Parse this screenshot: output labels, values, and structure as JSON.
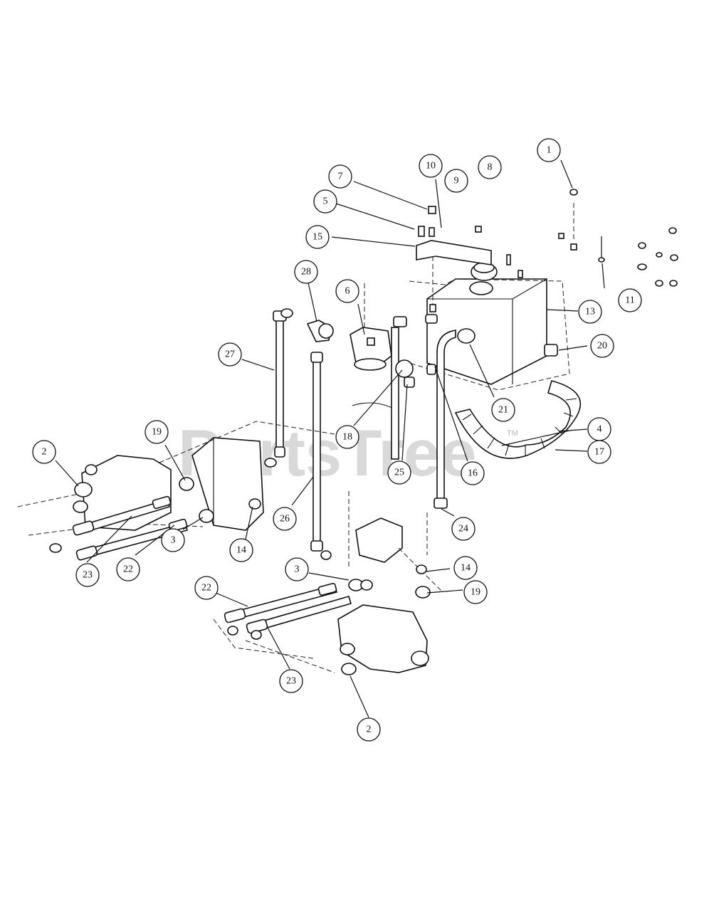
{
  "watermark": {
    "text": "PartsTree",
    "trademark": "TM"
  },
  "callouts": [
    {
      "label": "1"
    },
    {
      "label": "2"
    },
    {
      "label": "2"
    },
    {
      "label": "3"
    },
    {
      "label": "3"
    },
    {
      "label": "4"
    },
    {
      "label": "5"
    },
    {
      "label": "6"
    },
    {
      "label": "7"
    },
    {
      "label": "8"
    },
    {
      "label": "9"
    },
    {
      "label": "10"
    },
    {
      "label": "11"
    },
    {
      "label": "13"
    },
    {
      "label": "14"
    },
    {
      "label": "14"
    },
    {
      "label": "15"
    },
    {
      "label": "16"
    },
    {
      "label": "17"
    },
    {
      "label": "18"
    },
    {
      "label": "19"
    },
    {
      "label": "19"
    },
    {
      "label": "20"
    },
    {
      "label": "21"
    },
    {
      "label": "22"
    },
    {
      "label": "22"
    },
    {
      "label": "23"
    },
    {
      "label": "23"
    },
    {
      "label": "24"
    },
    {
      "label": "25"
    },
    {
      "label": "26"
    },
    {
      "label": "27"
    },
    {
      "label": "28"
    }
  ]
}
